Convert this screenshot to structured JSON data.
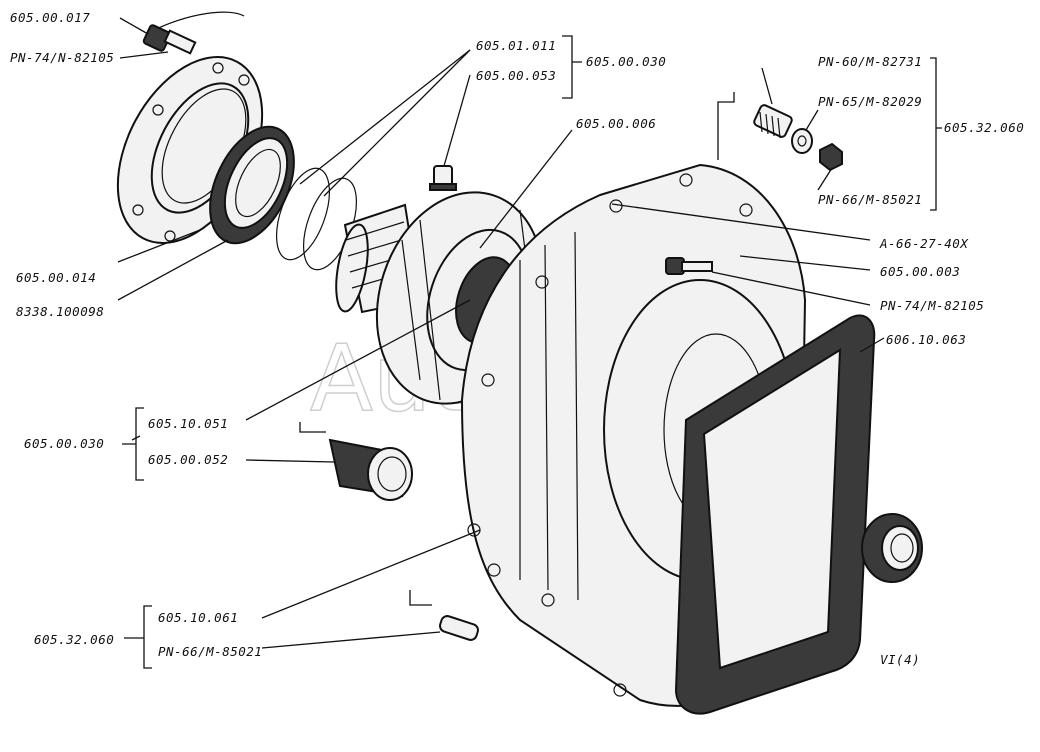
{
  "watermark": "AutoSoft",
  "sheet_id": "VI(4)",
  "labels": {
    "p605_00_017": "605.00.017",
    "pn74_n82105_top": "PN-74/N-82105",
    "p605_01_011": "605.01.011",
    "p605_00_053": "605.00.053",
    "p605_00_030_top": "605.00.030",
    "p605_00_006": "605.00.006",
    "pn60_m82731": "PN-60/M-82731",
    "pn65_m82029": "PN-65/M-82029",
    "p605_32_060_right": "605.32.060",
    "pn66_m85021_right": "PN-66/M-85021",
    "a66_27_40x": "A-66-27-40X",
    "p605_00_003": "605.00.003",
    "pn74_m82105_right": "PN-74/M-82105",
    "p606_10_063": "606.10.063",
    "p605_00_014": "605.00.014",
    "p8338_100098": "8338.100098",
    "p605_10_051": "605.10.051",
    "p605_00_052": "605.00.052",
    "p605_00_030_left": "605.00.030",
    "p605_10_061": "605.10.061",
    "pn66_m85021_bottom": "PN-66/M-85021",
    "p605_32_060_bottom": "605.32.060"
  }
}
